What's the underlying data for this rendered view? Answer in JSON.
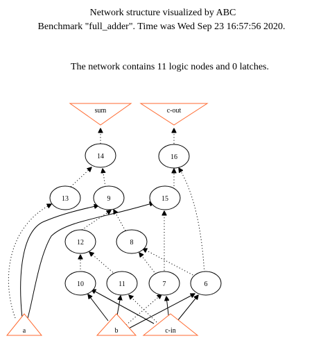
{
  "header": {
    "line1": "Network structure visualized by ABC",
    "line2": "Benchmark \"full_adder\". Time was Wed Sep 23 16:57:56 2020.",
    "line3": "The network contains 11 logic nodes and 0 latches."
  },
  "outputs": {
    "sum": "sum",
    "cout": "c-out"
  },
  "nodes": {
    "n14": "14",
    "n16": "16",
    "n13": "13",
    "n9": "9",
    "n15": "15",
    "n12": "12",
    "n8": "8",
    "n10": "10",
    "n11": "11",
    "n7": "7",
    "n6": "6"
  },
  "inputs": {
    "a": "a",
    "b": "b",
    "cin": "c-in"
  },
  "colors": {
    "io_outline": "#ff6a30",
    "edge": "#000000"
  }
}
